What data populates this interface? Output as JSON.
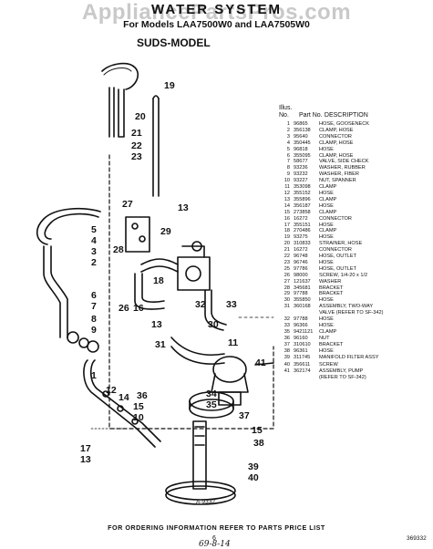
{
  "watermark": "AppliancePartsPros.com",
  "title": "WATER SYSTEM",
  "subtitle": "For Models LAA7500W0 and LAA7505W0",
  "model_label": "SUDS-MODEL",
  "table_header": {
    "illus_no": "Illus. No.",
    "part_no": "Part No.",
    "description": "DESCRIPTION"
  },
  "parts": [
    {
      "no": "1",
      "part": "96865",
      "desc": "HOSE, GOOSENECK"
    },
    {
      "no": "2",
      "part": "356138",
      "desc": "CLAMP, HOSE"
    },
    {
      "no": "3",
      "part": "95640",
      "desc": "CONNECTOR"
    },
    {
      "no": "4",
      "part": "350445",
      "desc": "CLAMP, HOSE"
    },
    {
      "no": "5",
      "part": "96818",
      "desc": "HOSE"
    },
    {
      "no": "6",
      "part": "355095",
      "desc": "CLAMP, HOSE"
    },
    {
      "no": "7",
      "part": "58677",
      "desc": "VALVE, SIDE CHECK"
    },
    {
      "no": "8",
      "part": "93236",
      "desc": "WASHER, RUBBER"
    },
    {
      "no": "9",
      "part": "93232",
      "desc": "WASHER, FIBER"
    },
    {
      "no": "10",
      "part": "93227",
      "desc": "NUT, SPANNER"
    },
    {
      "no": "11",
      "part": "353098",
      "desc": "CLAMP"
    },
    {
      "no": "12",
      "part": "355152",
      "desc": "HOSE"
    },
    {
      "no": "13",
      "part": "355896",
      "desc": "CLAMP"
    },
    {
      "no": "14",
      "part": "356187",
      "desc": "HOSE"
    },
    {
      "no": "15",
      "part": "273858",
      "desc": "CLAMP"
    },
    {
      "no": "16",
      "part": "16272",
      "desc": "CONNECTOR"
    },
    {
      "no": "17",
      "part": "355151",
      "desc": "HOSE"
    },
    {
      "no": "18",
      "part": "270486",
      "desc": "CLAMP"
    },
    {
      "no": "19",
      "part": "93275",
      "desc": "HOSE"
    },
    {
      "no": "20",
      "part": "310833",
      "desc": "STRAINER, HOSE"
    },
    {
      "no": "21",
      "part": "16272",
      "desc": "CONNECTOR"
    },
    {
      "no": "22",
      "part": "96748",
      "desc": "HOSE, OUTLET"
    },
    {
      "no": "23",
      "part": "96746",
      "desc": "HOSE"
    },
    {
      "no": "25",
      "part": "97786",
      "desc": "HOSE, OUTLET"
    },
    {
      "no": "26",
      "part": "98000",
      "desc": "SCREW, 1/4-20 x 1/2"
    },
    {
      "no": "27",
      "part": "121637",
      "desc": "WASHER"
    },
    {
      "no": "28",
      "part": "345681",
      "desc": "BRACKET"
    },
    {
      "no": "29",
      "part": "97788",
      "desc": "BRACKET"
    },
    {
      "no": "30",
      "part": "355850",
      "desc": "HOSE"
    },
    {
      "no": "31",
      "part": "360168",
      "desc": "ASSEMBLY, TWO-WAY",
      "desc2": "VALVE (REFER TO SF-342)"
    },
    {
      "no": "32",
      "part": "97788",
      "desc": "HOSE"
    },
    {
      "no": "33",
      "part": "96366",
      "desc": "HOSE"
    },
    {
      "no": "35",
      "part": "9421121",
      "desc": "CLAMP"
    },
    {
      "no": "36",
      "part": "96160",
      "desc": "NUT"
    },
    {
      "no": "37",
      "part": "310610",
      "desc": "BRACKET"
    },
    {
      "no": "38",
      "part": "96361",
      "desc": "HOSE"
    },
    {
      "no": "39",
      "part": "311745",
      "desc": "MANIFOLD FILTER ASSY"
    },
    {
      "no": "40",
      "part": "356611",
      "desc": "SCREW"
    },
    {
      "no": "41",
      "part": "362174",
      "desc": "ASSEMBLY, PUMP",
      "desc2": "(REFER TO SF-342)"
    }
  ],
  "figure_no": "A-9332",
  "footer": "FOR ORDERING INFORMATION REFER TO PARTS PRICE LIST",
  "page_no": "6",
  "doc_no": "369332",
  "handwritten_note": "69-8-14",
  "callouts": [
    "19",
    "20",
    "21",
    "22",
    "23",
    "27",
    "13",
    "5",
    "4",
    "3",
    "2",
    "28",
    "29",
    "6",
    "7",
    "8",
    "9",
    "18",
    "26",
    "16",
    "13",
    "32",
    "33",
    "30",
    "31",
    "11",
    "41",
    "1",
    "12",
    "14",
    "15",
    "36",
    "10",
    "34",
    "35",
    "37",
    "15",
    "38",
    "39",
    "40",
    "17",
    "13"
  ]
}
